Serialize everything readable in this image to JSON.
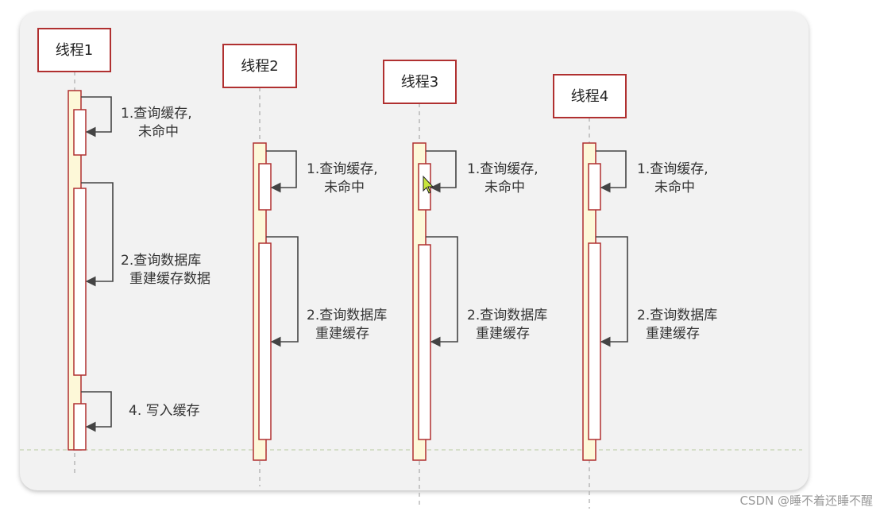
{
  "threads": [
    {
      "title": "线程1",
      "steps": [
        {
          "lines": [
            "1.查询缓存,",
            "未命中"
          ]
        },
        {
          "lines": [
            "2.查询数据库",
            "重建缓存数据"
          ]
        },
        {
          "lines": [
            "4. 写入缓存"
          ]
        }
      ]
    },
    {
      "title": "线程2",
      "steps": [
        {
          "lines": [
            "1.查询缓存,",
            "未命中"
          ]
        },
        {
          "lines": [
            "2.查询数据库",
            "重建缓存"
          ]
        }
      ]
    },
    {
      "title": "线程3",
      "steps": [
        {
          "lines": [
            "1.查询缓存,",
            "未命中"
          ]
        },
        {
          "lines": [
            "2.查询数据库",
            "重建缓存"
          ]
        }
      ]
    },
    {
      "title": "线程4",
      "steps": [
        {
          "lines": [
            "1.查询缓存,",
            "未命中"
          ]
        },
        {
          "lines": [
            "2.查询数据库",
            "重建缓存"
          ]
        }
      ]
    }
  ],
  "watermark": "CSDN @睡不着还睡不醒",
  "colors": {
    "box_border": "#b03030",
    "activation_fill": "#fdf8d8",
    "arrow": "#444444",
    "lifeline": "#aaaaaa",
    "separator": "#b8c9a0"
  },
  "cursor_icon": "mouse-pointer-icon"
}
